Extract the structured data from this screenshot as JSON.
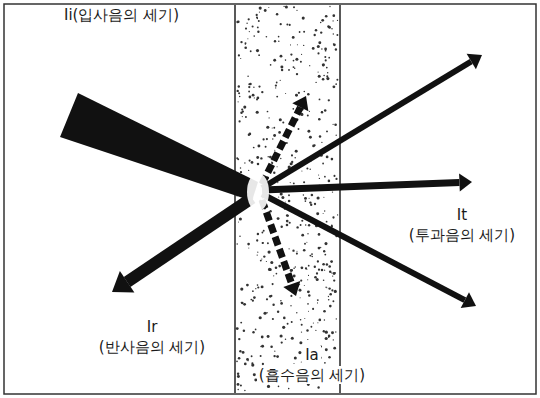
{
  "diagram": {
    "labels": [
      "Ii(입사음의 세기)",
      "It",
      "(투과음의 세기)",
      "Ir",
      "(반사음의 세기)",
      "Ia",
      "(흡수음의 세기)"
    ]
  }
}
